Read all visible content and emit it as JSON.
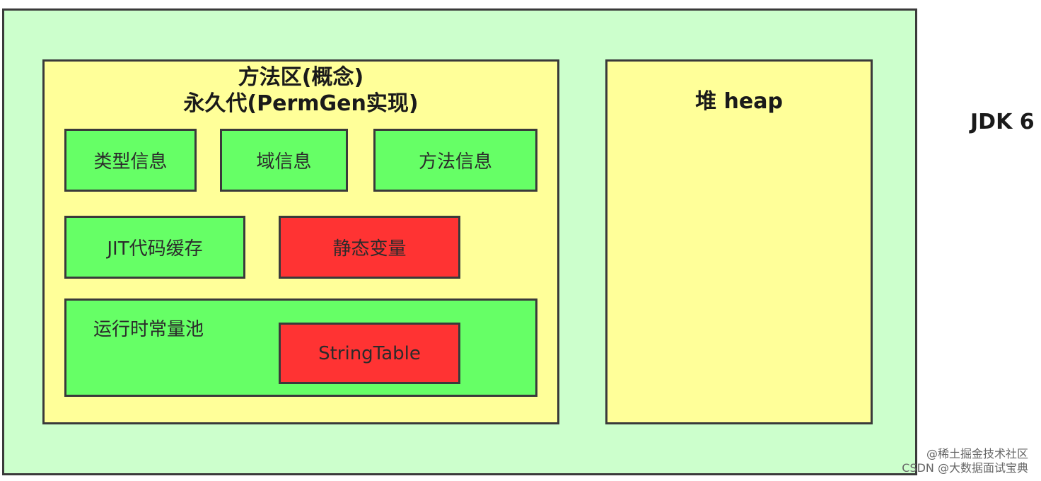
{
  "method_area": {
    "title_line1": "方法区(概念)",
    "title_line2": "永久代(PermGen实现)",
    "boxes": {
      "type_info": "类型信息",
      "field_info": "域信息",
      "method_info": "方法信息",
      "jit_cache": "JIT代码缓存",
      "static_vars": "静态变量",
      "runtime_constant_pool": "运行时常量池",
      "string_table": "StringTable"
    }
  },
  "heap": {
    "title": "堆 heap"
  },
  "version_label": "JDK 6",
  "watermark": {
    "line1": "@稀土掘金技术社区",
    "line2": "CSDN @大数据面试宝典"
  },
  "colors": {
    "outer_background": "#ccffcc",
    "area_background": "#ffff99",
    "green_box": "#66ff66",
    "red_box": "#ff3333",
    "border": "#3a3a3a"
  }
}
